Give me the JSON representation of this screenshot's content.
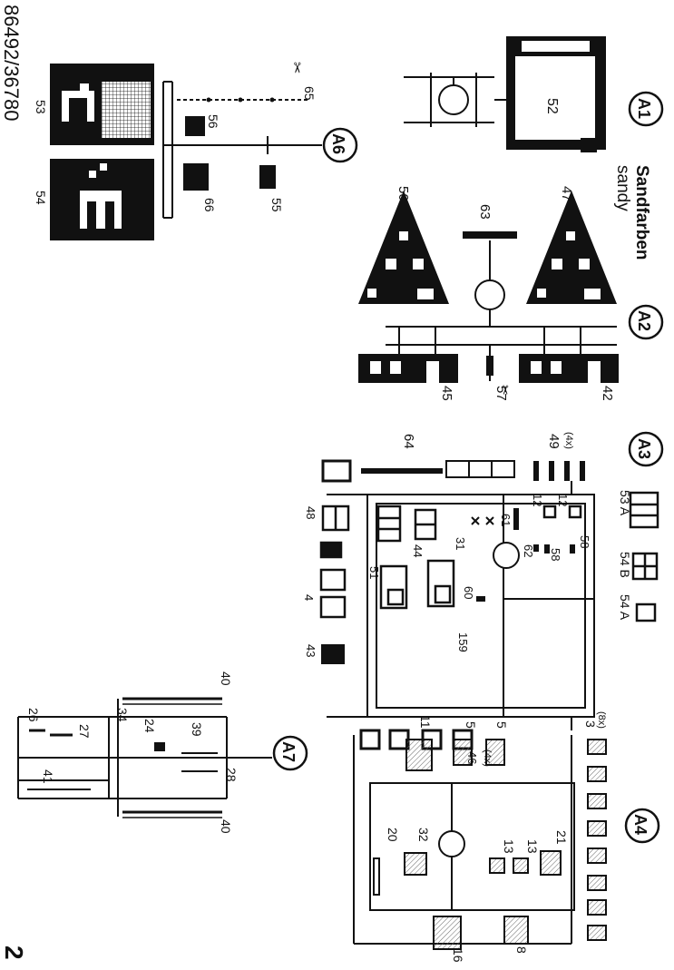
{
  "document": {
    "article_number": "86492/36780",
    "page_number": "2"
  },
  "colors": {
    "ink": "#111111",
    "paper": "#ffffff",
    "hatch": "#666666"
  },
  "sprues": {
    "A1": {
      "label": "A1",
      "parts": {
        "p52": "52"
      }
    },
    "A2": {
      "label": "A2",
      "color_de": "Sandfarben",
      "color_en": "sandy",
      "parts": {
        "p50": "50",
        "p47": "47",
        "p63": "63",
        "p45": "45",
        "p42": "42",
        "p57": "57"
      }
    },
    "A3": {
      "label": "A3",
      "parts": {
        "p64": "64",
        "p49": "49",
        "p49_qty": "(4x)",
        "p53A": "53 A",
        "p54B": "54 B",
        "p54A": "54 A",
        "p12a": "12",
        "p12b": "12",
        "p61": "61",
        "p58a": "58",
        "p58b": "58",
        "p62": "62",
        "p31": "31",
        "p44": "44",
        "p51": "51",
        "p60": "60",
        "p159": "159",
        "p48": "48",
        "p4": "4",
        "p43": "43",
        "p46": "46",
        "p46_qty": "(4x)"
      }
    },
    "A4": {
      "label": "A4",
      "parts": {
        "p3": "3",
        "p3_qty": "(8x)",
        "p11": "11",
        "p5a": "5",
        "p5b": "5",
        "p20": "20",
        "p32": "32",
        "p13a": "13",
        "p13b": "13",
        "p21": "21",
        "p16": "16",
        "p8": "8"
      }
    },
    "A6": {
      "label": "A6",
      "parts": {
        "p53": "53",
        "p54": "54",
        "p65": "65",
        "p56": "56",
        "p66": "66",
        "p55": "55"
      }
    },
    "A7": {
      "label": "A7",
      "parts": {
        "p40a": "40",
        "p40b": "40",
        "p34": "34",
        "p27": "27",
        "p26": "26",
        "p24": "24",
        "p39": "39",
        "p28": "28",
        "p41": "41"
      }
    }
  }
}
